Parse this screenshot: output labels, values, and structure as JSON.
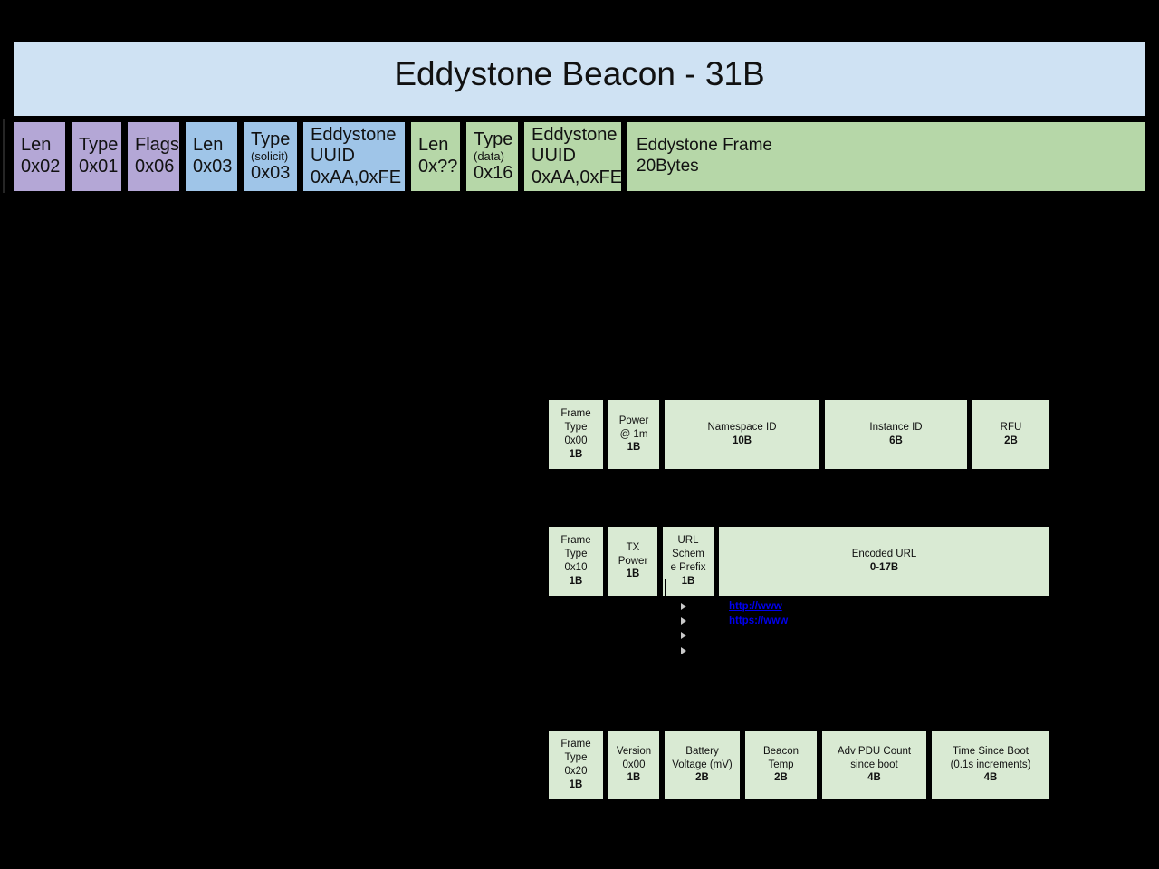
{
  "header": {
    "title": "Eddystone Beacon - 31B"
  },
  "adv": {
    "boxes": [
      {
        "lines": [
          "Len",
          "0x02"
        ]
      },
      {
        "lines": [
          "Type",
          "0x01"
        ]
      },
      {
        "lines": [
          "Flags",
          "0x06"
        ]
      },
      {
        "lines": [
          "Len",
          "0x03"
        ]
      },
      {
        "lines": [
          "Type",
          "(solicit)",
          "0x03"
        ]
      },
      {
        "lines": [
          "Eddystone",
          "UUID",
          "0xAA,0xFE"
        ]
      },
      {
        "lines": [
          "Len",
          "0x??"
        ]
      },
      {
        "lines": [
          "Type",
          "(data)",
          "0x16"
        ]
      },
      {
        "lines": [
          "Eddystone",
          "UUID",
          "0xAA,0xFE"
        ]
      },
      {
        "lines": [
          "Eddystone Frame",
          "20Bytes"
        ]
      }
    ]
  },
  "uid_frame": {
    "fields": [
      {
        "lines": [
          "Frame",
          "Type",
          "0x00"
        ],
        "bytes": "1B"
      },
      {
        "lines": [
          "Power",
          "@ 1m"
        ],
        "bytes": "1B"
      },
      {
        "lines": [
          "Namespace ID"
        ],
        "bytes": "10B"
      },
      {
        "lines": [
          "Instance ID"
        ],
        "bytes": "6B"
      },
      {
        "lines": [
          "RFU"
        ],
        "bytes": "2B"
      }
    ]
  },
  "url_frame": {
    "fields": [
      {
        "lines": [
          "Frame",
          "Type",
          "0x10"
        ],
        "bytes": "1B"
      },
      {
        "lines": [
          "TX",
          "Power"
        ],
        "bytes": "1B"
      },
      {
        "lines": [
          "URL",
          "Schem",
          "e Prefix"
        ],
        "bytes": "1B"
      },
      {
        "lines": [
          "Encoded URL"
        ],
        "bytes": "0-17B"
      }
    ]
  },
  "url_schemes": {
    "links": [
      "http://www",
      "https://www"
    ]
  },
  "tlm_frame": {
    "fields": [
      {
        "lines": [
          "Frame",
          "Type",
          "0x20"
        ],
        "bytes": "1B"
      },
      {
        "lines": [
          "Version",
          "0x00"
        ],
        "bytes": "1B"
      },
      {
        "lines": [
          "Battery",
          "Voltage (mV)"
        ],
        "bytes": "2B"
      },
      {
        "lines": [
          "Beacon",
          "Temp"
        ],
        "bytes": "2B"
      },
      {
        "lines": [
          "Adv PDU Count",
          "since boot"
        ],
        "bytes": "4B"
      },
      {
        "lines": [
          "Time Since Boot",
          "(0.1s increments)"
        ],
        "bytes": "4B"
      }
    ]
  },
  "colors": {
    "background": "#000000",
    "header_fill": "#cfe2f3",
    "flags_fill": "#b4a7d6",
    "service_fill": "#9fc5e8",
    "frame_fill": "#b6d7a8",
    "detail_fill": "#d9ead3",
    "link": "#0000ee",
    "bullet": "#c9c9c9",
    "border": "#000000"
  }
}
